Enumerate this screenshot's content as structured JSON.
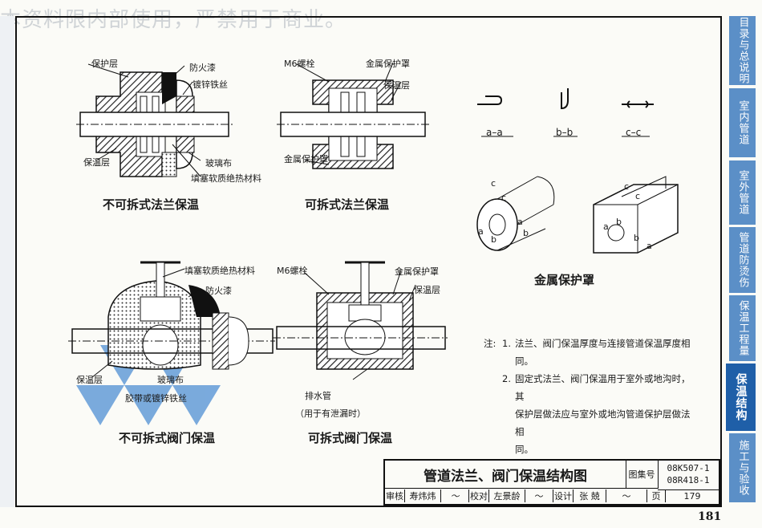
{
  "watermark": "本资料限内部使用，严禁用于商业。",
  "side_tabs_right": [
    {
      "label": "目录与总说明",
      "active": false
    },
    {
      "label": "室内管道",
      "active": false
    },
    {
      "label": "室外管道",
      "active": false
    },
    {
      "label": "管道防烫伤",
      "active": false
    },
    {
      "label": "保温工程量",
      "active": false
    },
    {
      "label": "保温结构",
      "active": true
    },
    {
      "label": "施工与验收",
      "active": false
    }
  ],
  "diagrams": {
    "flange_fixed": {
      "caption": "不可拆式法兰保温",
      "labels": [
        "保护层",
        "防火漆",
        "镀锌铁丝",
        "保温层",
        "玻璃布",
        "填塞软质绝热材料"
      ]
    },
    "flange_removable": {
      "caption": "可拆式法兰保温",
      "labels": [
        "M6螺栓",
        "金属保护罩",
        "保温层",
        "金属保护罩"
      ]
    },
    "cover": {
      "caption": "金属保护罩",
      "sections": [
        "a–a",
        "b–b",
        "c–c"
      ],
      "letters": [
        "c",
        "c",
        "a",
        "b",
        "a",
        "b",
        "c",
        "c",
        "a",
        "b",
        "b",
        "a"
      ]
    },
    "valve_fixed": {
      "caption": "不可拆式阀门保温",
      "labels": [
        "填塞软质绝热材料",
        "防火漆",
        "保温层",
        "玻璃布",
        "胶带或镀锌铁丝"
      ]
    },
    "valve_removable": {
      "caption": "可拆式阀门保温",
      "labels": [
        "M6螺栓",
        "金属保护罩",
        "保温层",
        "排水管",
        "（用于有泄漏时）"
      ]
    }
  },
  "notes": {
    "prefix": "注:",
    "items": [
      {
        "num": "1.",
        "lines": [
          "法兰、阀门保温厚度与连接管道保温厚度相同。"
        ]
      },
      {
        "num": "2.",
        "lines": [
          "固定式法兰、阀门保温用于室外或地沟时，其",
          "保护层做法应与室外或地沟管道保护层做法相",
          "同。"
        ]
      }
    ]
  },
  "title_block": {
    "title": "管道法兰、阀门保温结构图",
    "atlas_label": "图集号",
    "atlas_numbers": [
      "08K507-1",
      "08R418-1"
    ],
    "review_label": "审核",
    "reviewer": "寿炜炜",
    "check_label": "校对",
    "checker": "左景龄",
    "design_label": "设计",
    "designer": "张 兢",
    "page_label": "页",
    "page": "179"
  },
  "page_number": "181",
  "colors": {
    "tab_blue": "#5b8fc7",
    "tab_active": "#1f5fa8",
    "hatch": "#333333"
  }
}
